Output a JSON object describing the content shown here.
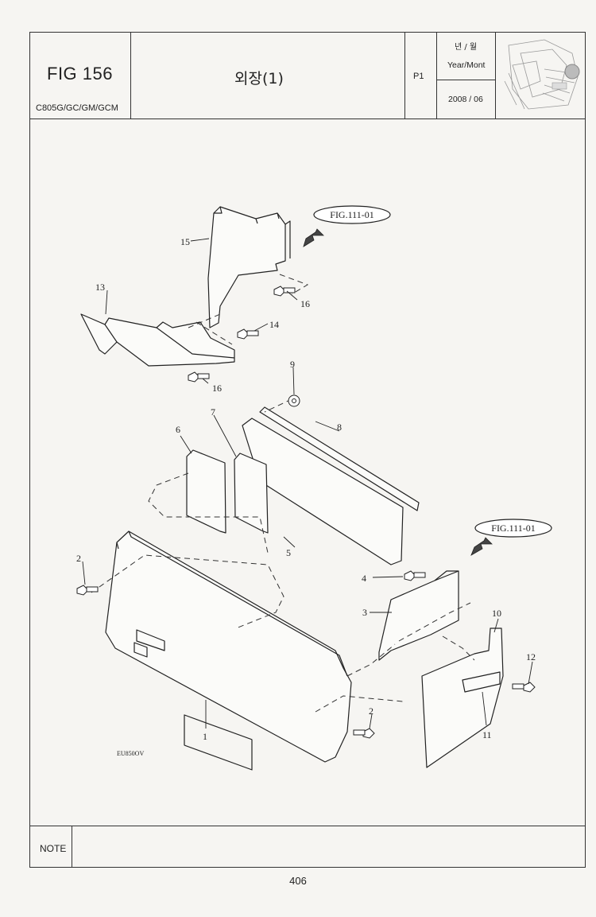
{
  "header": {
    "fig_label": "FIG 156",
    "model": "C805G/GC/GM/GCM",
    "title": "외장(1)",
    "page_code": "P1",
    "date_label_ko": "년 / 월",
    "date_label_en": "Year/Mont",
    "date_value": "2008 / 06",
    "thumbnail_icon": "machine-sketch-icon"
  },
  "diagram": {
    "refs": {
      "top": "FIG.111-01",
      "right": "FIG.111-01"
    },
    "drawing_code": "EU850OV",
    "callouts": [
      "15",
      "13",
      "16",
      "14",
      "16",
      "9",
      "8",
      "6",
      "7",
      "5",
      "2",
      "4",
      "3",
      "10",
      "12",
      "2",
      "11",
      "1"
    ]
  },
  "footer": {
    "note_label": "NOTE",
    "page_number": "406"
  }
}
